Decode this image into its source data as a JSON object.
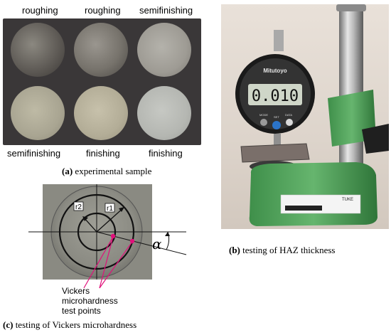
{
  "panel_a": {
    "top_labels": [
      "roughing",
      "roughing",
      "semifinishing"
    ],
    "bottom_labels": [
      "semifinishing",
      "finishing",
      "finishing"
    ],
    "caption_tag": "(a)",
    "caption_text": "experimental sample"
  },
  "panel_b": {
    "caption_tag": "(b)",
    "caption_text": "testing of HAZ thickness",
    "gauge_brand": "Mitutoyo",
    "gauge_reading": "0.010",
    "gauge_buttons": [
      "MODE",
      "SET",
      "DATA"
    ],
    "label_tag": "TUKE"
  },
  "panel_c": {
    "radius_labels": [
      "r2",
      "r1"
    ],
    "angle_symbol": "α",
    "annotation_lines": [
      "Vickers",
      "microhardness",
      "test points"
    ],
    "caption_tag": "(c)",
    "caption_text": "testing of Vickers microhardness"
  }
}
